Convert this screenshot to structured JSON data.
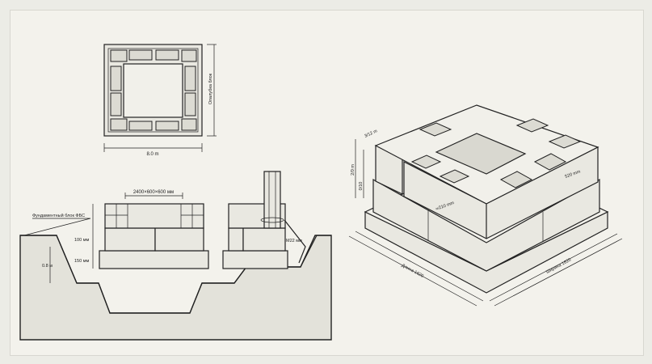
{
  "plan_view": {
    "width_label": "8.0 m",
    "height_label": "Опалубка блок"
  },
  "section_view": {
    "block_size_label": "2400×600×600 мм",
    "foundation_block_label": "Фундаментный блок ФБС",
    "dim_100_label": "100 мм",
    "dim_150_label": "150 мм",
    "depth_label": "0.8 м",
    "rod_label": "М22 мм"
  },
  "iso_view": {
    "top_offset_label": "3/12 m",
    "height_total_label": "2/0 m",
    "height_lower_label": "0/10",
    "inner_label": "520 mm",
    "wall_label": "∞210 mm",
    "length_left_label": "Длина 1620",
    "length_right_label": "Ширина 1620"
  }
}
